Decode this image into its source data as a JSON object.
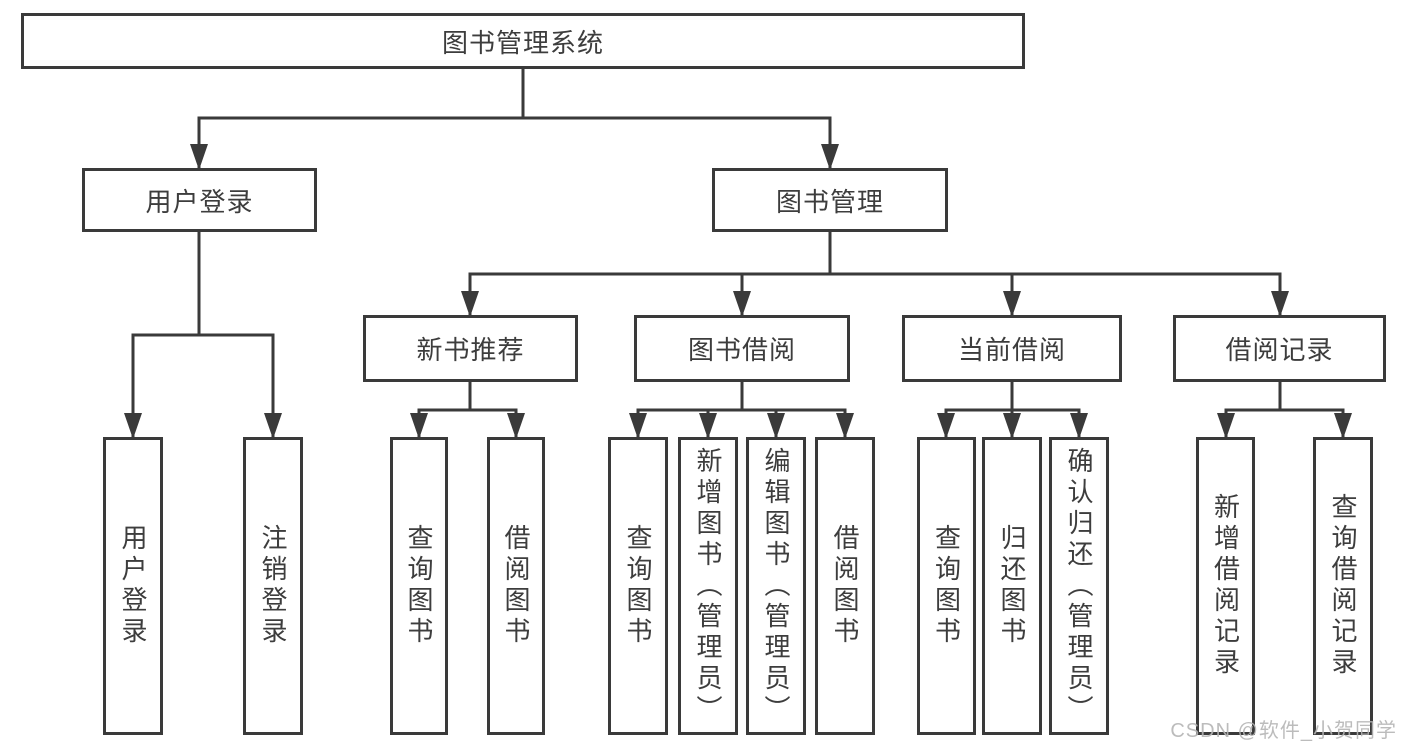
{
  "diagram_title": "图书管理系统",
  "nodes": {
    "root": "图书管理系统",
    "user_login": "用户登录",
    "book_mgmt": "图书管理",
    "new_book_rec": "新书推荐",
    "book_borrow": "图书借阅",
    "current_borrow": "当前借阅",
    "borrow_record": "借阅记录",
    "leaf_user_login": "用户登录",
    "leaf_logout": "注销登录",
    "leaf_nbr_query": "查询图书",
    "leaf_nbr_borrow": "借阅图书",
    "leaf_bb_query": "查询图书",
    "leaf_bb_add": "新增图书（管理员）",
    "leaf_bb_edit": "编辑图书（管理员）",
    "leaf_bb_borrow": "借阅图书",
    "leaf_cb_query": "查询图书",
    "leaf_cb_return": "归还图书",
    "leaf_cb_confirm": "确认归还（管理员）",
    "leaf_br_add": "新增借阅记录",
    "leaf_br_query": "查询借阅记录"
  },
  "watermark": "CSDN @软件_小贺同学",
  "colors": {
    "line": "#3a3a3a",
    "text": "#3d3d3d",
    "watermark": "#b5b5b5"
  }
}
